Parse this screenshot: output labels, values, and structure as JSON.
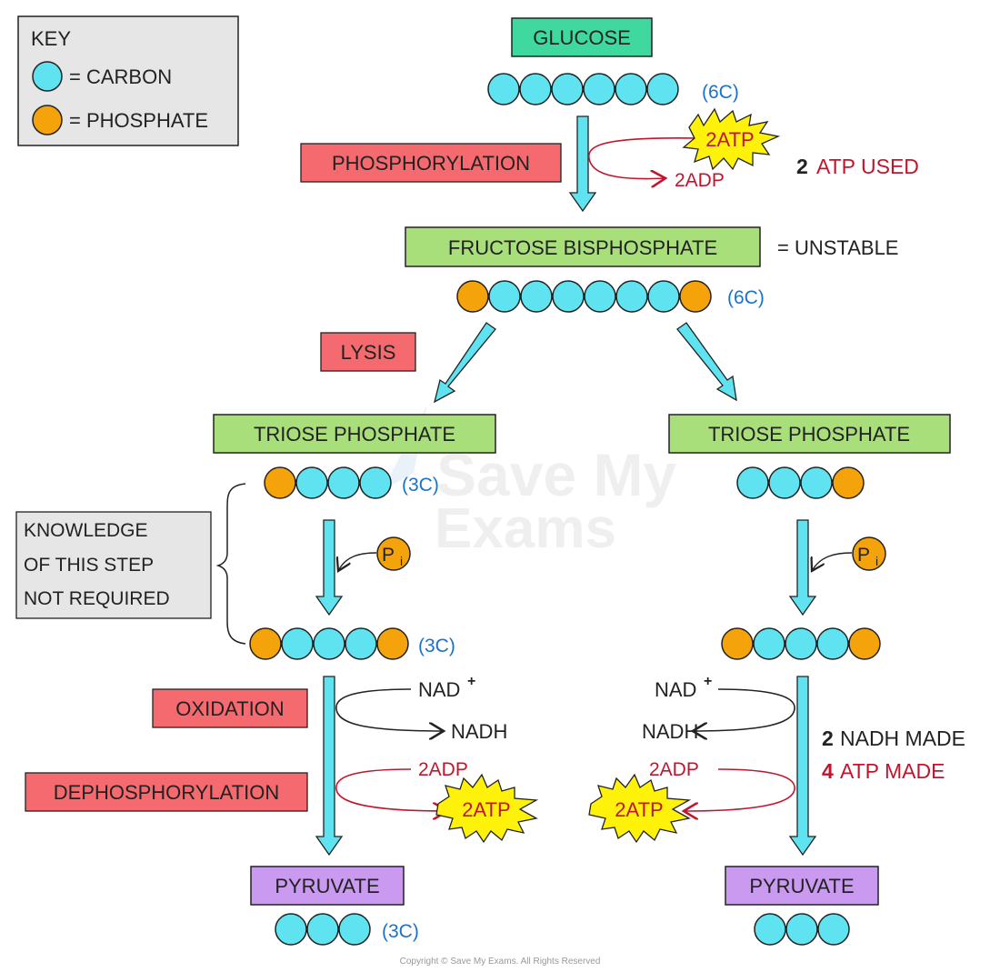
{
  "key": {
    "title": "KEY",
    "carbon": "= CARBON",
    "phosphate": "= PHOSPHATE"
  },
  "colors": {
    "carbon": "#5fe3f0",
    "phosphate": "#f5a30a",
    "green_box": "#a9df7a",
    "teal_box": "#3fd9a0",
    "red_box": "#f46a6e",
    "purple_box": "#c99af0",
    "grey_box": "#e6e6e6",
    "blue_text": "#1a73c9",
    "red_text": "#c2152d",
    "atp_star": "#fff20a"
  },
  "molecules": {
    "glucose": "GLUCOSE",
    "fructose_bisphosphate": "FRUCTOSE BISPHOSPHATE",
    "triose_phosphate": "TRIOSE PHOSPHATE",
    "pyruvate": "PYRUVATE"
  },
  "carbon_counts": {
    "six": "(6C)",
    "three": "(3C)"
  },
  "stages": {
    "phosphorylation": "PHOSPHORYLATION",
    "lysis": "LYSIS",
    "oxidation": "OXIDATION",
    "dephosphorylation": "DEPHOSPHORYLATION"
  },
  "labels": {
    "unstable": "= UNSTABLE",
    "atp_2": "2ATP",
    "adp_2": "2ADP",
    "nad_plus": "NAD",
    "nad_sup": "+",
    "nadh": "NADH",
    "phosphate_p": "P",
    "phosphate_sub": "i",
    "knowledge_line1": "KNOWLEDGE",
    "knowledge_line2": "OF THIS STEP",
    "knowledge_line3": "NOT REQUIRED"
  },
  "summaries": {
    "atp_used_num": "2",
    "atp_used_text": "ATP USED",
    "nadh_made_num": "2",
    "nadh_made_text": "NADH MADE",
    "atp_made_num": "4",
    "atp_made_text": "ATP MADE"
  },
  "watermark": {
    "line1": "Save My",
    "line2": "Exams"
  },
  "copyright": "Copyright © Save My Exams. All Rights Reserved"
}
